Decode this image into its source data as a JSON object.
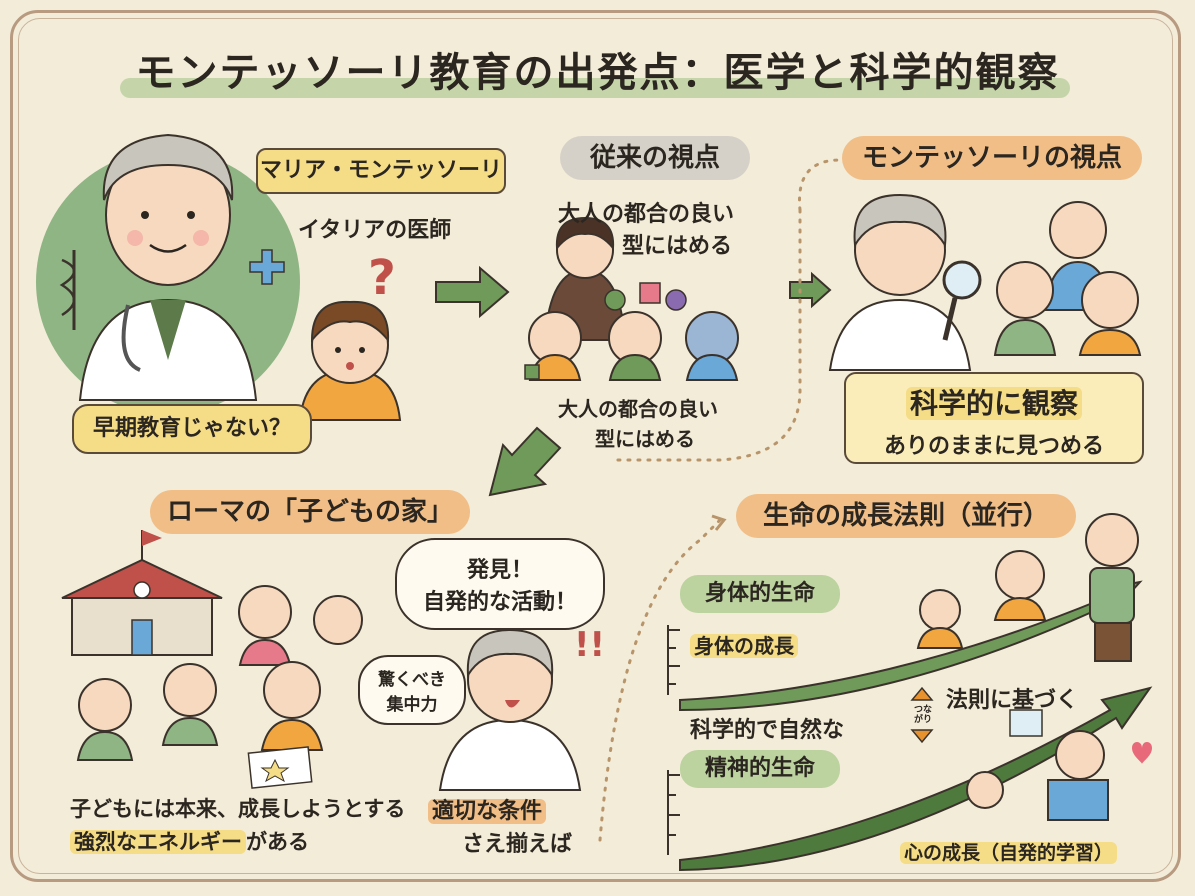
{
  "title": "モンテッソーリ教育の出発点：医学と科学的観察",
  "left_panel": {
    "name_label": "マリア・モンテッソーリ",
    "role": "イタリアの医師",
    "child_question": "?",
    "speech": "早期教育じゃない？"
  },
  "traditional": {
    "heading": "従来の視点",
    "line1": "大人の都合の良い",
    "line2": "型にはめる",
    "line3": "大人の都合の良い",
    "line4": "型にはめる"
  },
  "montessori": {
    "heading": "モンテッソーリの視点",
    "line1": "科学的に観察",
    "line2": "ありのままに見つめる"
  },
  "casa": {
    "heading": "ローマの「子どもの家」",
    "bubble_line1": "発見！",
    "bubble_line2": "自発的な活動！",
    "focus_line1": "驚くべき",
    "focus_line2": "集中力",
    "exclaim": "!!",
    "caption_line1": "子どもには本来、成長しようとする",
    "caption_line2_hl": "強烈なエネルギー",
    "caption_line2_rest": "がある",
    "condition_line1": "適切な条件",
    "condition_line2": "さえ揃えば"
  },
  "growth": {
    "heading": "生命の成長法則（並行）",
    "physical_label": "身体的生命",
    "physical_sub": "身体の成長",
    "middle_left": "科学的で自然な",
    "middle_link": "つながり",
    "middle_right": "法則に基づく",
    "mental_label": "精神的生命",
    "mental_sub": "心の成長（自発的学習）"
  },
  "colors": {
    "background": "#f3ecd9",
    "frame": "#b79a80",
    "green": "#6f9a5a",
    "dark_green": "#4f7a3e",
    "orange": "#f0be86",
    "yellow": "#f5dc86",
    "gray_pill": "#d6d1c8"
  }
}
